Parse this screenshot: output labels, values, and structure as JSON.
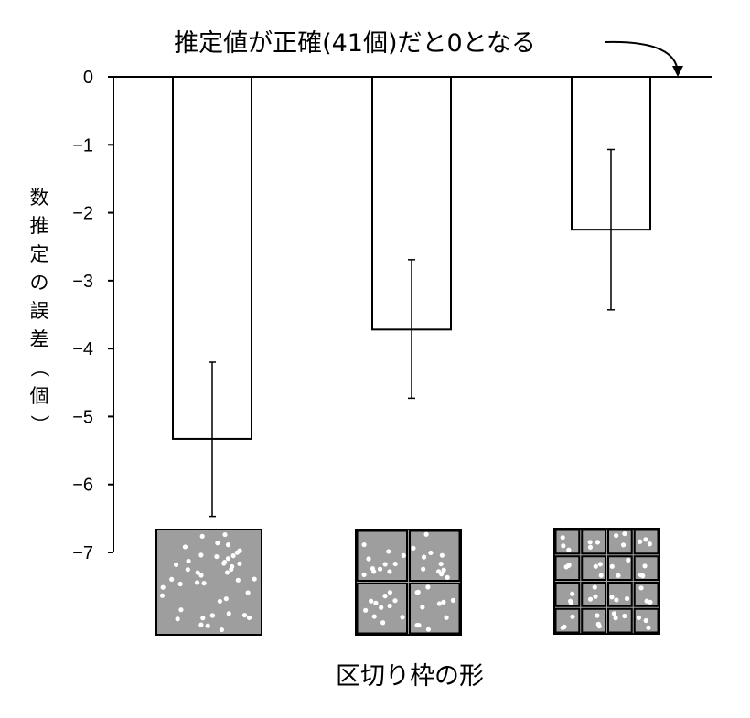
{
  "chart_data": {
    "type": "bar",
    "annotation": "推定値が正確(41個)だと0となる",
    "xlabel": "区切り枠の形",
    "ylabel": "数推定の誤差（個）",
    "ylim": [
      -7,
      0
    ],
    "yticks": [
      0,
      -1,
      -2,
      -3,
      -4,
      -5,
      -6,
      -7
    ],
    "categories": [
      "区切りなし",
      "2×2区切り",
      "4×4区切り"
    ],
    "values": [
      -5.33,
      -3.72,
      -2.25
    ],
    "error_low": [
      -6.47,
      -4.73,
      -3.43
    ],
    "error_high": [
      -4.2,
      -2.69,
      -1.07
    ],
    "bar_fill": "#ffffff",
    "bar_stroke": "#000000",
    "thumbnail_fill": "#9e9e9e",
    "thumbnail_grid": [
      1,
      2,
      4
    ],
    "dot_color": "#ffffff"
  }
}
